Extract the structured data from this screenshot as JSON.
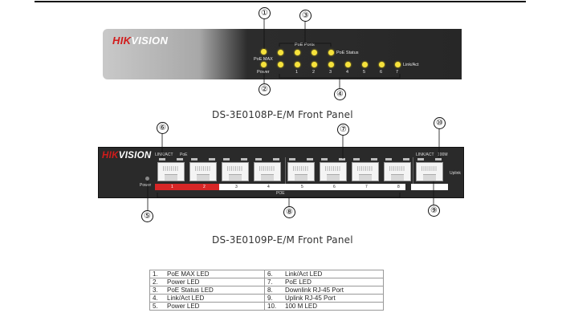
{
  "brand": {
    "part1": "HIK",
    "part2": "VISION"
  },
  "device1": {
    "caption": "DS-3E0108P-E/M Front Panel",
    "labels": {
      "poe_max": "PoE MAX",
      "power": "Power",
      "poe_ports": "PoE Ports",
      "poe_status": "PoE Status",
      "link_act": "Link/Act"
    },
    "port_numbers": [
      "1",
      "2",
      "3",
      "4",
      "5",
      "6",
      "7"
    ],
    "callouts": [
      "①",
      "②",
      "③",
      "④"
    ]
  },
  "device2": {
    "caption": "DS-3E0109P-E/M Front Panel",
    "labels": {
      "link_act": "LINK/ACT",
      "poe": "PoE",
      "power": "Power",
      "link_act_uplink": "LINK/ACT",
      "speed": "100M",
      "uplink": "Uplink",
      "poe_bar": "POE"
    },
    "port_numbers": [
      "1",
      "2",
      "3",
      "4",
      "5",
      "6",
      "7",
      "8"
    ],
    "callouts": [
      "⑥",
      "⑦",
      "⑩",
      "⑤",
      "⑧",
      "⑨"
    ]
  },
  "legend": {
    "rows": [
      {
        "n1": "1.",
        "t1": "PoE MAX LED",
        "n2": "6.",
        "t2": "Link/Act LED"
      },
      {
        "n1": "2.",
        "t1": "Power LED",
        "n2": "7.",
        "t2": "PoE LED"
      },
      {
        "n1": "3.",
        "t1": "PoE Status LED",
        "n2": "8.",
        "t2": "Downlink RJ-45 Port"
      },
      {
        "n1": "4.",
        "t1": "Link/Act LED",
        "n2": "9.",
        "t2": "Uplink RJ-45 Port"
      },
      {
        "n1": "5.",
        "t1": "Power LED",
        "n2": "10.",
        "t2": "100 M LED"
      }
    ]
  },
  "colors": {
    "led": "#f6e23c",
    "brand_red": "#d21b1b",
    "poe_red": "#d72626",
    "panel": "#2a2a2a"
  }
}
